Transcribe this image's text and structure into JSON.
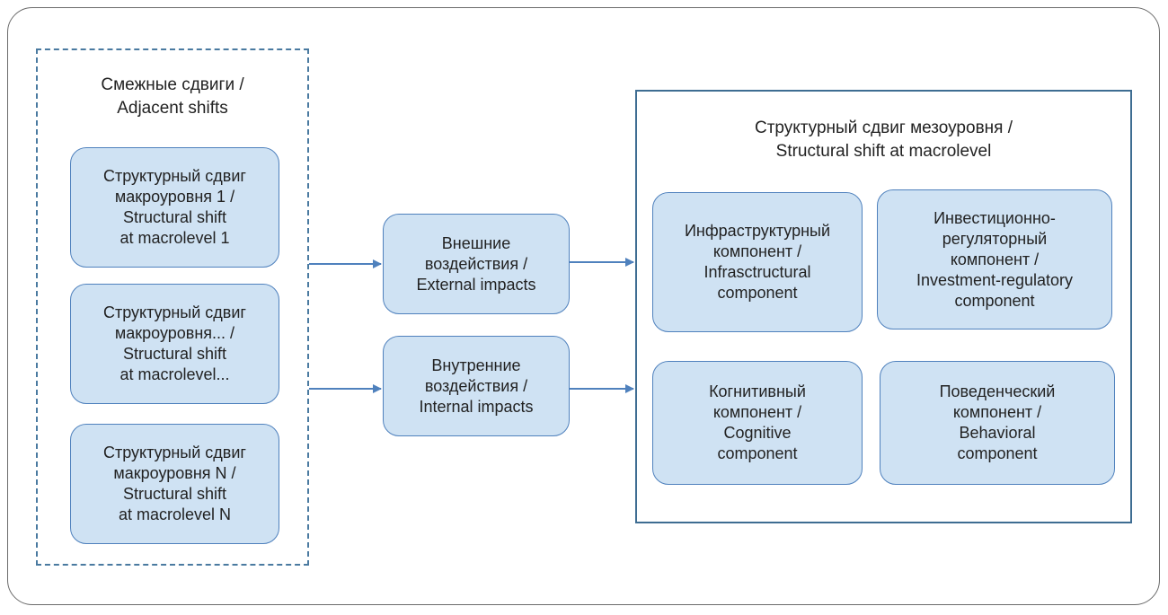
{
  "adjacent_group": {
    "title": "Смежные сдвиги /\nAdjacent shifts",
    "items": [
      "Структурный сдвиг\nмакроуровня 1 /\nStructural shift\nat macrolevel 1",
      "Структурный сдвиг\nмакроуровня... /\nStructural shift\nat macrolevel...",
      "Структурный сдвиг\nмакроуровня N /\nStructural shift\nat macrolevel N"
    ]
  },
  "impacts": [
    "Внешние\nвоздействия /\nExternal impacts",
    "Внутренние\nвоздействия /\nInternal impacts"
  ],
  "meso_group": {
    "title": "Структурный сдвиг мезоуровня /\nStructural shift at macrolevel",
    "components": [
      "Инфраструктурный\nкомпонент /\nInfrasctructural\ncomponent",
      "Инвестиционно-\nрегуляторный\nкомпонент /\nInvestment-regulatory\ncomponent",
      "Когнитивный\nкомпонент /\nCognitive\ncomponent",
      "Поведенческий\nкомпонент /\nBehavioral\ncomponent"
    ]
  },
  "colors": {
    "box_fill": "#cfe2f3",
    "box_border": "#4f81bd",
    "arrow": "#4f81bd",
    "group_border": "#3e6d92"
  }
}
